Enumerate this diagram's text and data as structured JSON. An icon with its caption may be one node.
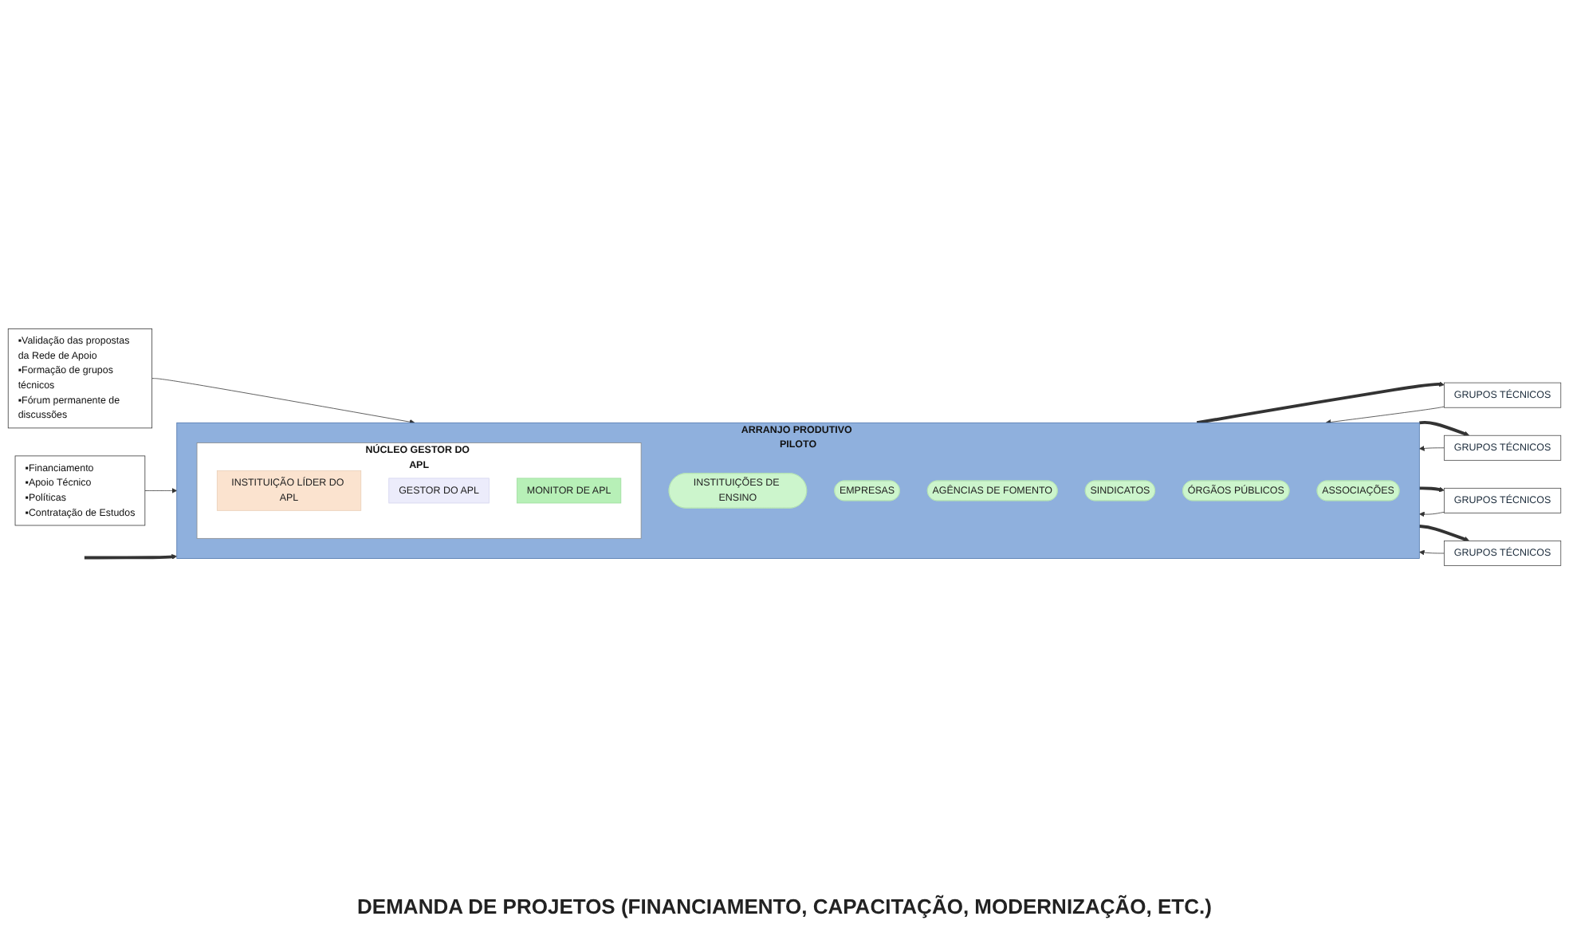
{
  "diagram": {
    "nodes": [
      {
        "text": [
          "▪Validação das propostas da Rede de Apoio",
          "▪Formação de grupos técnicos",
          "▪Fórum permanente de discussões"
        ]
      },
      {
        "text": [
          "▪Financiamento",
          "▪Apoio Técnico",
          "▪Políticas",
          "▪Contratação de Estudos"
        ]
      },
      {
        "text": [
          "ARRANJO PRODUTIVO PILOTO"
        ]
      },
      {
        "text": [
          "INSTITUIÇÕES DE ENSINO"
        ],
        "in": 2
      },
      {
        "text": [
          "EMPRESAS"
        ],
        "in": 2
      },
      {
        "text": [
          "AGÊNCIAS DE FOMENTO"
        ],
        "in": 2
      },
      {
        "text": [
          "NÚCLEO GESTOR DO APL"
        ],
        "in": 2
      },
      {
        "text": [
          "INSTITUIÇÃO LÍDER DO APL"
        ],
        "in": 6
      },
      {
        "text": [
          "GESTOR DO APL"
        ],
        "in": 6
      },
      {
        "text": [
          "MONITOR DE APL"
        ],
        "in": 6
      },
      {
        "text": [
          "SINDICATOS"
        ],
        "in": 2
      },
      {
        "text": [
          "ÓRGÃOS PÚBLICOS"
        ],
        "in": 2
      },
      {
        "text": [
          "ASSOCIAÇÕES"
        ],
        "in": 2
      },
      {
        "text": [
          "GRUPOS TÉCNICOS"
        ]
      },
      {
        "text": [
          "GRUPOS TÉCNICOS"
        ]
      },
      {
        "text": [
          "GRUPOS TÉCNICOS"
        ]
      },
      {
        "text": [
          "GRUPOS TÉCNICOS"
        ]
      }
    ],
    "edges": [
      {
        "from": 0,
        "to": 2,
        "arrow": "to"
      },
      {
        "from": 1,
        "to": 2,
        "arrow": "to"
      },
      {
        "from": null,
        "to": 2,
        "arrow": "to",
        "style": "thick"
      },
      {
        "from": 2,
        "to": 13,
        "arrow": "to",
        "style": "thick"
      },
      {
        "from": 2,
        "to": 14,
        "arrow": "to",
        "style": "thick"
      },
      {
        "from": 2,
        "to": 15,
        "arrow": "to",
        "style": "thick"
      },
      {
        "from": 2,
        "to": 16,
        "arrow": "to",
        "style": "thick"
      },
      {
        "from": 13,
        "to": 2,
        "arrow": "to"
      },
      {
        "from": 14,
        "to": 2,
        "arrow": "to"
      },
      {
        "from": 15,
        "to": 2,
        "arrow": "to"
      },
      {
        "from": 16,
        "to": 2,
        "arrow": "to"
      }
    ],
    "labels": [
      "DEMANDA DE PROJETOS (FINANCIAMENTO, CAPACITAÇÃO, MODERNIZAÇÃO, ETC.)"
    ]
  }
}
